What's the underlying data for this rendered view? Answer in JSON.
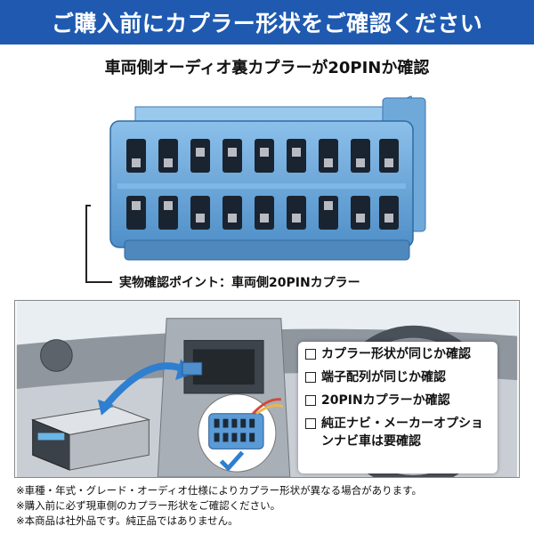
{
  "banner": {
    "title": "ご購入前にカプラー形状をご確認ください",
    "bg_color": "#1f5ab0"
  },
  "subtitle": "車両側オーディオ裏カプラーが20PINか確認",
  "connector": {
    "color": "#6aa8dc",
    "caption": "実物確認ポイント：車両側20PINカプラー"
  },
  "checklist": {
    "items": [
      "カプラー形状が同じか確認",
      "端子配列が同じか確認",
      "20PINカプラーか確認",
      "純正ナビ・メーカーオプションナビ車は要確認"
    ]
  },
  "notes": [
    "※車種・年式・グレード・オーディオ仕様によりカプラー形状が異なる場合があります。",
    "※購入前に必ず現車側のカプラー形状をご確認ください。",
    "※本商品は社外品です。純正品ではありません。"
  ]
}
